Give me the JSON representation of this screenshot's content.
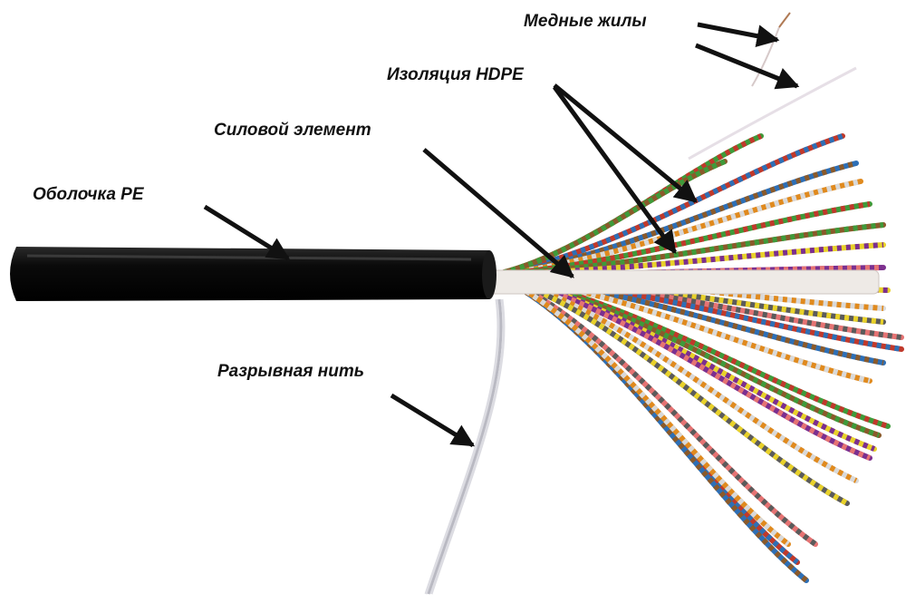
{
  "labels": {
    "copper": "Медные жилы",
    "insulation": "Изоляция HDPE",
    "strength": "Силовой элемент",
    "sheath": "Оболочка PE",
    "ripcord": "Разрывная нить"
  },
  "colors": {
    "background": "#ffffff",
    "sheath": "#0d0d0d",
    "arrow": "#111111",
    "wire_palette": [
      "#c0392b",
      "#2e6fb5",
      "#e08a1e",
      "#3f9a3a",
      "#8a5a2b",
      "#e8d12a",
      "#7b2f8f",
      "#d9d9d9",
      "#5b5b5b",
      "#e57373"
    ]
  }
}
